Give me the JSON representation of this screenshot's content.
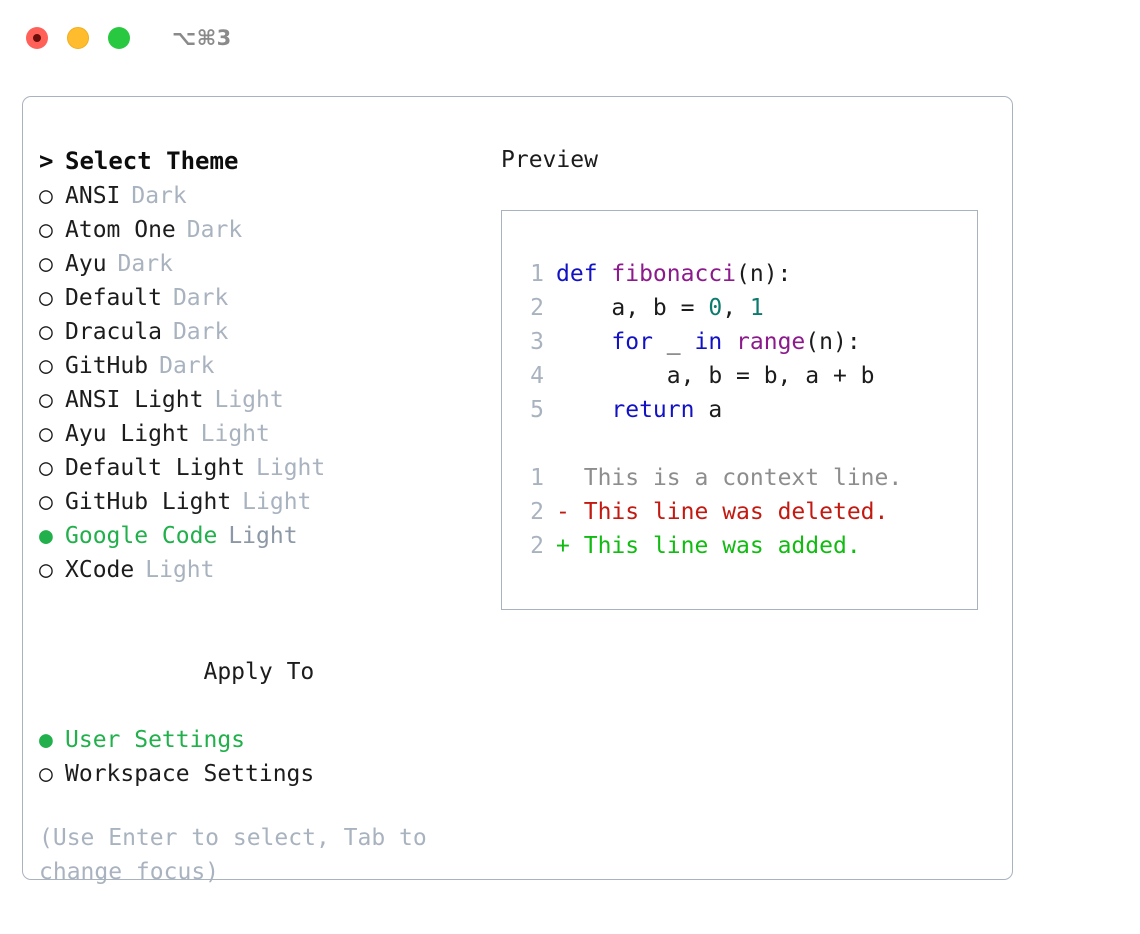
{
  "titlebar": {
    "shortcut": "⌥⌘3",
    "buttons": {
      "close": "close",
      "minimize": "minimize",
      "maximize": "maximize"
    }
  },
  "theme_picker": {
    "header_marker": ">",
    "header_label": "Select Theme",
    "marker_selected": "●",
    "marker_unselected": "○",
    "items": [
      {
        "name": "ANSI",
        "variant": "Dark",
        "selected": false
      },
      {
        "name": "Atom One",
        "variant": "Dark",
        "selected": false
      },
      {
        "name": "Ayu",
        "variant": "Dark",
        "selected": false
      },
      {
        "name": "Default",
        "variant": "Dark",
        "selected": false
      },
      {
        "name": "Dracula",
        "variant": "Dark",
        "selected": false
      },
      {
        "name": "GitHub",
        "variant": "Dark",
        "selected": false
      },
      {
        "name": "ANSI Light",
        "variant": "Light",
        "selected": false
      },
      {
        "name": "Ayu Light",
        "variant": "Light",
        "selected": false
      },
      {
        "name": "Default Light",
        "variant": "Light",
        "selected": false
      },
      {
        "name": "GitHub Light",
        "variant": "Light",
        "selected": false
      },
      {
        "name": "Google Code",
        "variant": "Light",
        "selected": true
      },
      {
        "name": "XCode",
        "variant": "Light",
        "selected": false
      }
    ]
  },
  "apply_to": {
    "header_label": "Apply To",
    "items": [
      {
        "name": "User Settings",
        "selected": true
      },
      {
        "name": "Workspace Settings",
        "selected": false
      }
    ]
  },
  "hint": {
    "text": "(Use Enter to select, Tab to change focus)"
  },
  "preview": {
    "label": "Preview",
    "code_lines": [
      {
        "number": "1",
        "tokens": [
          {
            "text": "def ",
            "kind": "keyword"
          },
          {
            "text": "fibonacci",
            "kind": "function"
          },
          {
            "text": "(n):",
            "kind": "plain"
          }
        ]
      },
      {
        "number": "2",
        "tokens": [
          {
            "text": "    a, b = ",
            "kind": "plain"
          },
          {
            "text": "0",
            "kind": "number"
          },
          {
            "text": ", ",
            "kind": "plain"
          },
          {
            "text": "1",
            "kind": "number"
          }
        ]
      },
      {
        "number": "3",
        "tokens": [
          {
            "text": "    ",
            "kind": "plain"
          },
          {
            "text": "for",
            "kind": "keyword"
          },
          {
            "text": " _ ",
            "kind": "plain"
          },
          {
            "text": "in",
            "kind": "keyword"
          },
          {
            "text": " ",
            "kind": "plain"
          },
          {
            "text": "range",
            "kind": "function"
          },
          {
            "text": "(n):",
            "kind": "plain"
          }
        ]
      },
      {
        "number": "4",
        "tokens": [
          {
            "text": "        a, b = b, a + b",
            "kind": "plain"
          }
        ]
      },
      {
        "number": "5",
        "tokens": [
          {
            "text": "    ",
            "kind": "plain"
          },
          {
            "text": "return",
            "kind": "keyword"
          },
          {
            "text": " a",
            "kind": "plain"
          }
        ]
      }
    ],
    "diff_lines": [
      {
        "number": "1",
        "prefix": " ",
        "text": "This is a context line.",
        "kind": "context"
      },
      {
        "number": "2",
        "prefix": "-",
        "text": "This line was deleted.",
        "kind": "deleted"
      },
      {
        "number": "2",
        "prefix": "+",
        "text": "This line was added.",
        "kind": "added"
      }
    ]
  },
  "colors": {
    "accent_green": "#21b04b",
    "border": "#a9b3bf",
    "muted_text": "#a9b3bf",
    "keyword": "#1212c4",
    "function": "#8c1a8c",
    "number": "#0d7a6e",
    "diff_context": "#8d8d8d",
    "diff_deleted": "#c21a11",
    "diff_added": "#12bb12",
    "traffic_close": "#ff6159",
    "traffic_minimize": "#ffbd2e",
    "traffic_maximize": "#28c840"
  }
}
